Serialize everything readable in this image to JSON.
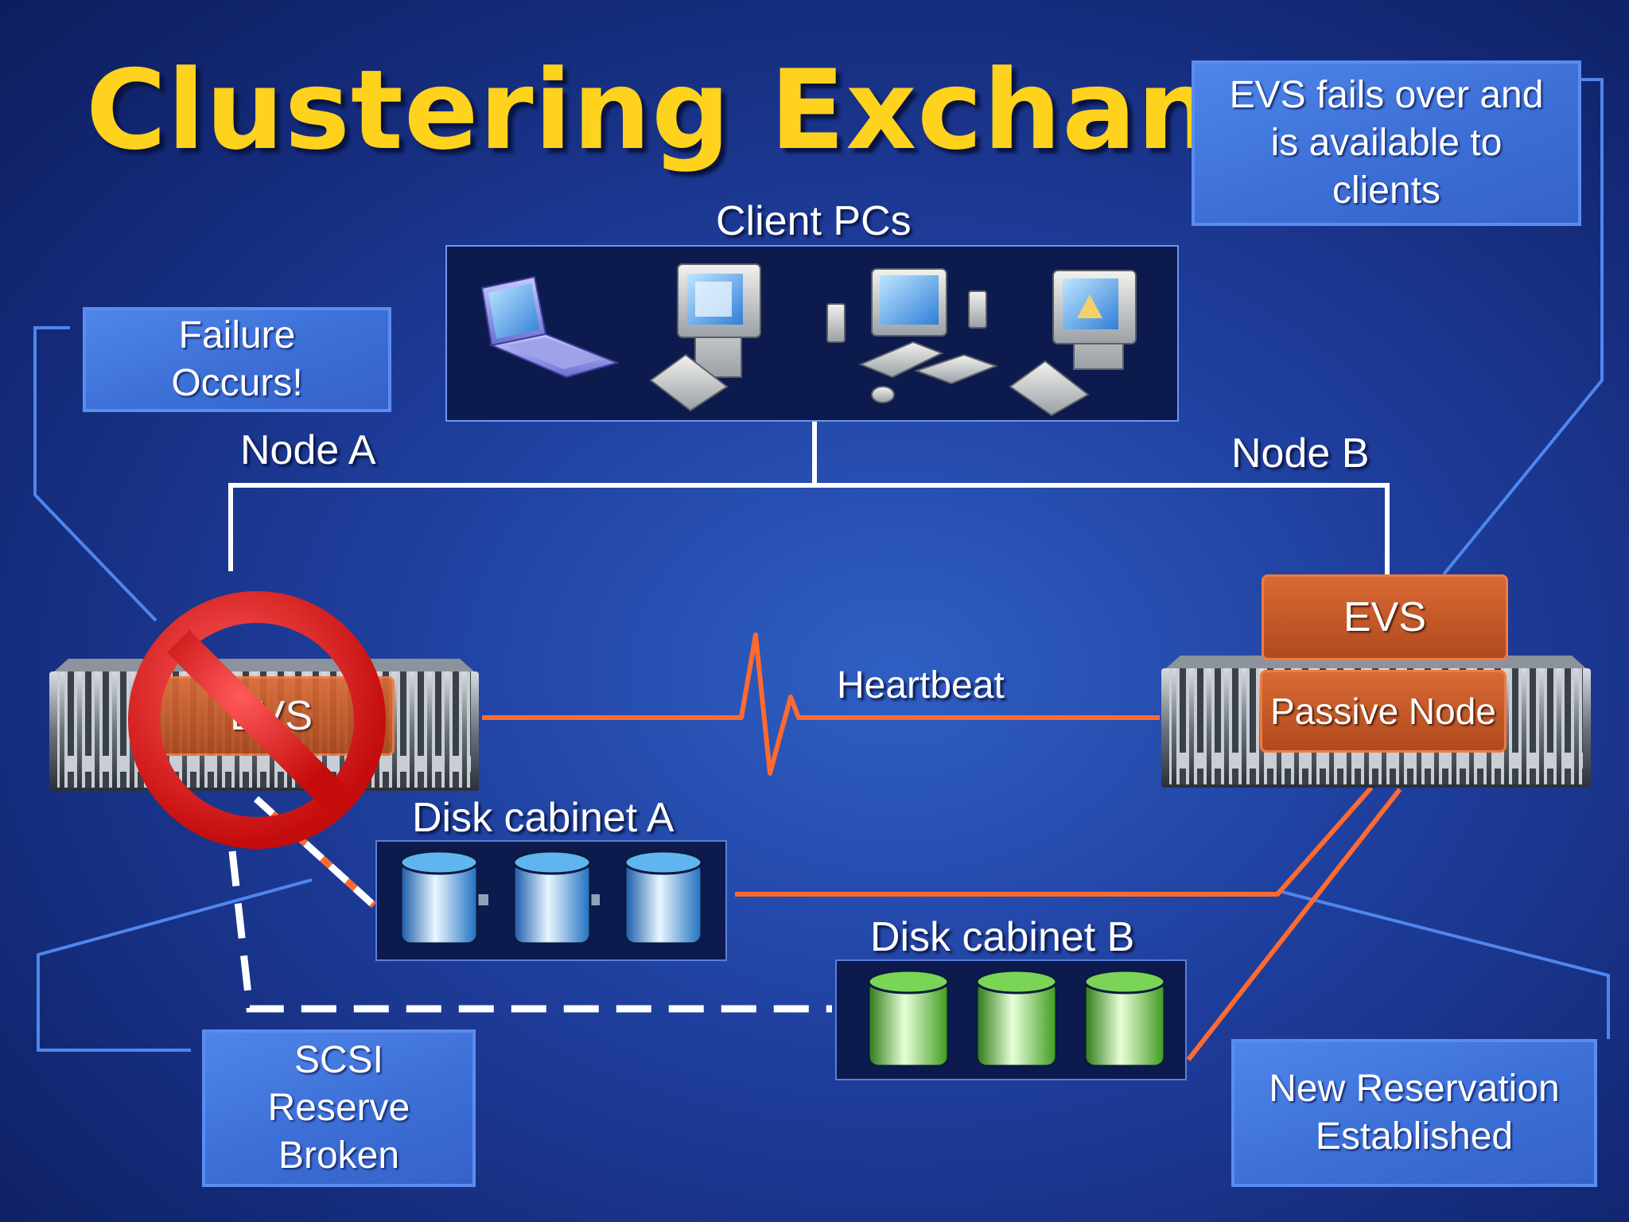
{
  "slide": {
    "title": "Clustering Exchange",
    "callouts": {
      "failover": "EVS fails over and is available to clients",
      "failure": "Failure Occurs!",
      "scsi": "SCSI Reserve Broken",
      "reservation": "New Reservation Established"
    },
    "labels": {
      "client_pcs": "Client PCs",
      "node_a": "Node A",
      "node_b": "Node B",
      "heartbeat": "Heartbeat",
      "disk_cabinet_a": "Disk cabinet A",
      "disk_cabinet_b": "Disk cabinet B"
    },
    "node_a_box": "EVS",
    "node_b_boxes": {
      "evs": "EVS",
      "passive": "Passive Node"
    },
    "colors": {
      "title": "#ffd21e",
      "heartbeat_line": "#ff6a30",
      "callout_fill": "#3f72d9",
      "disk_a": "#4aa8e8",
      "disk_b": "#5cc43a",
      "no_symbol": "#e01818"
    },
    "icons": [
      "laptop-icon",
      "desktop-pc-icon",
      "multimedia-pc-icon",
      "desktop-pc-icon",
      "server-rack-icon",
      "no-symbol-icon",
      "disk-icon"
    ]
  }
}
